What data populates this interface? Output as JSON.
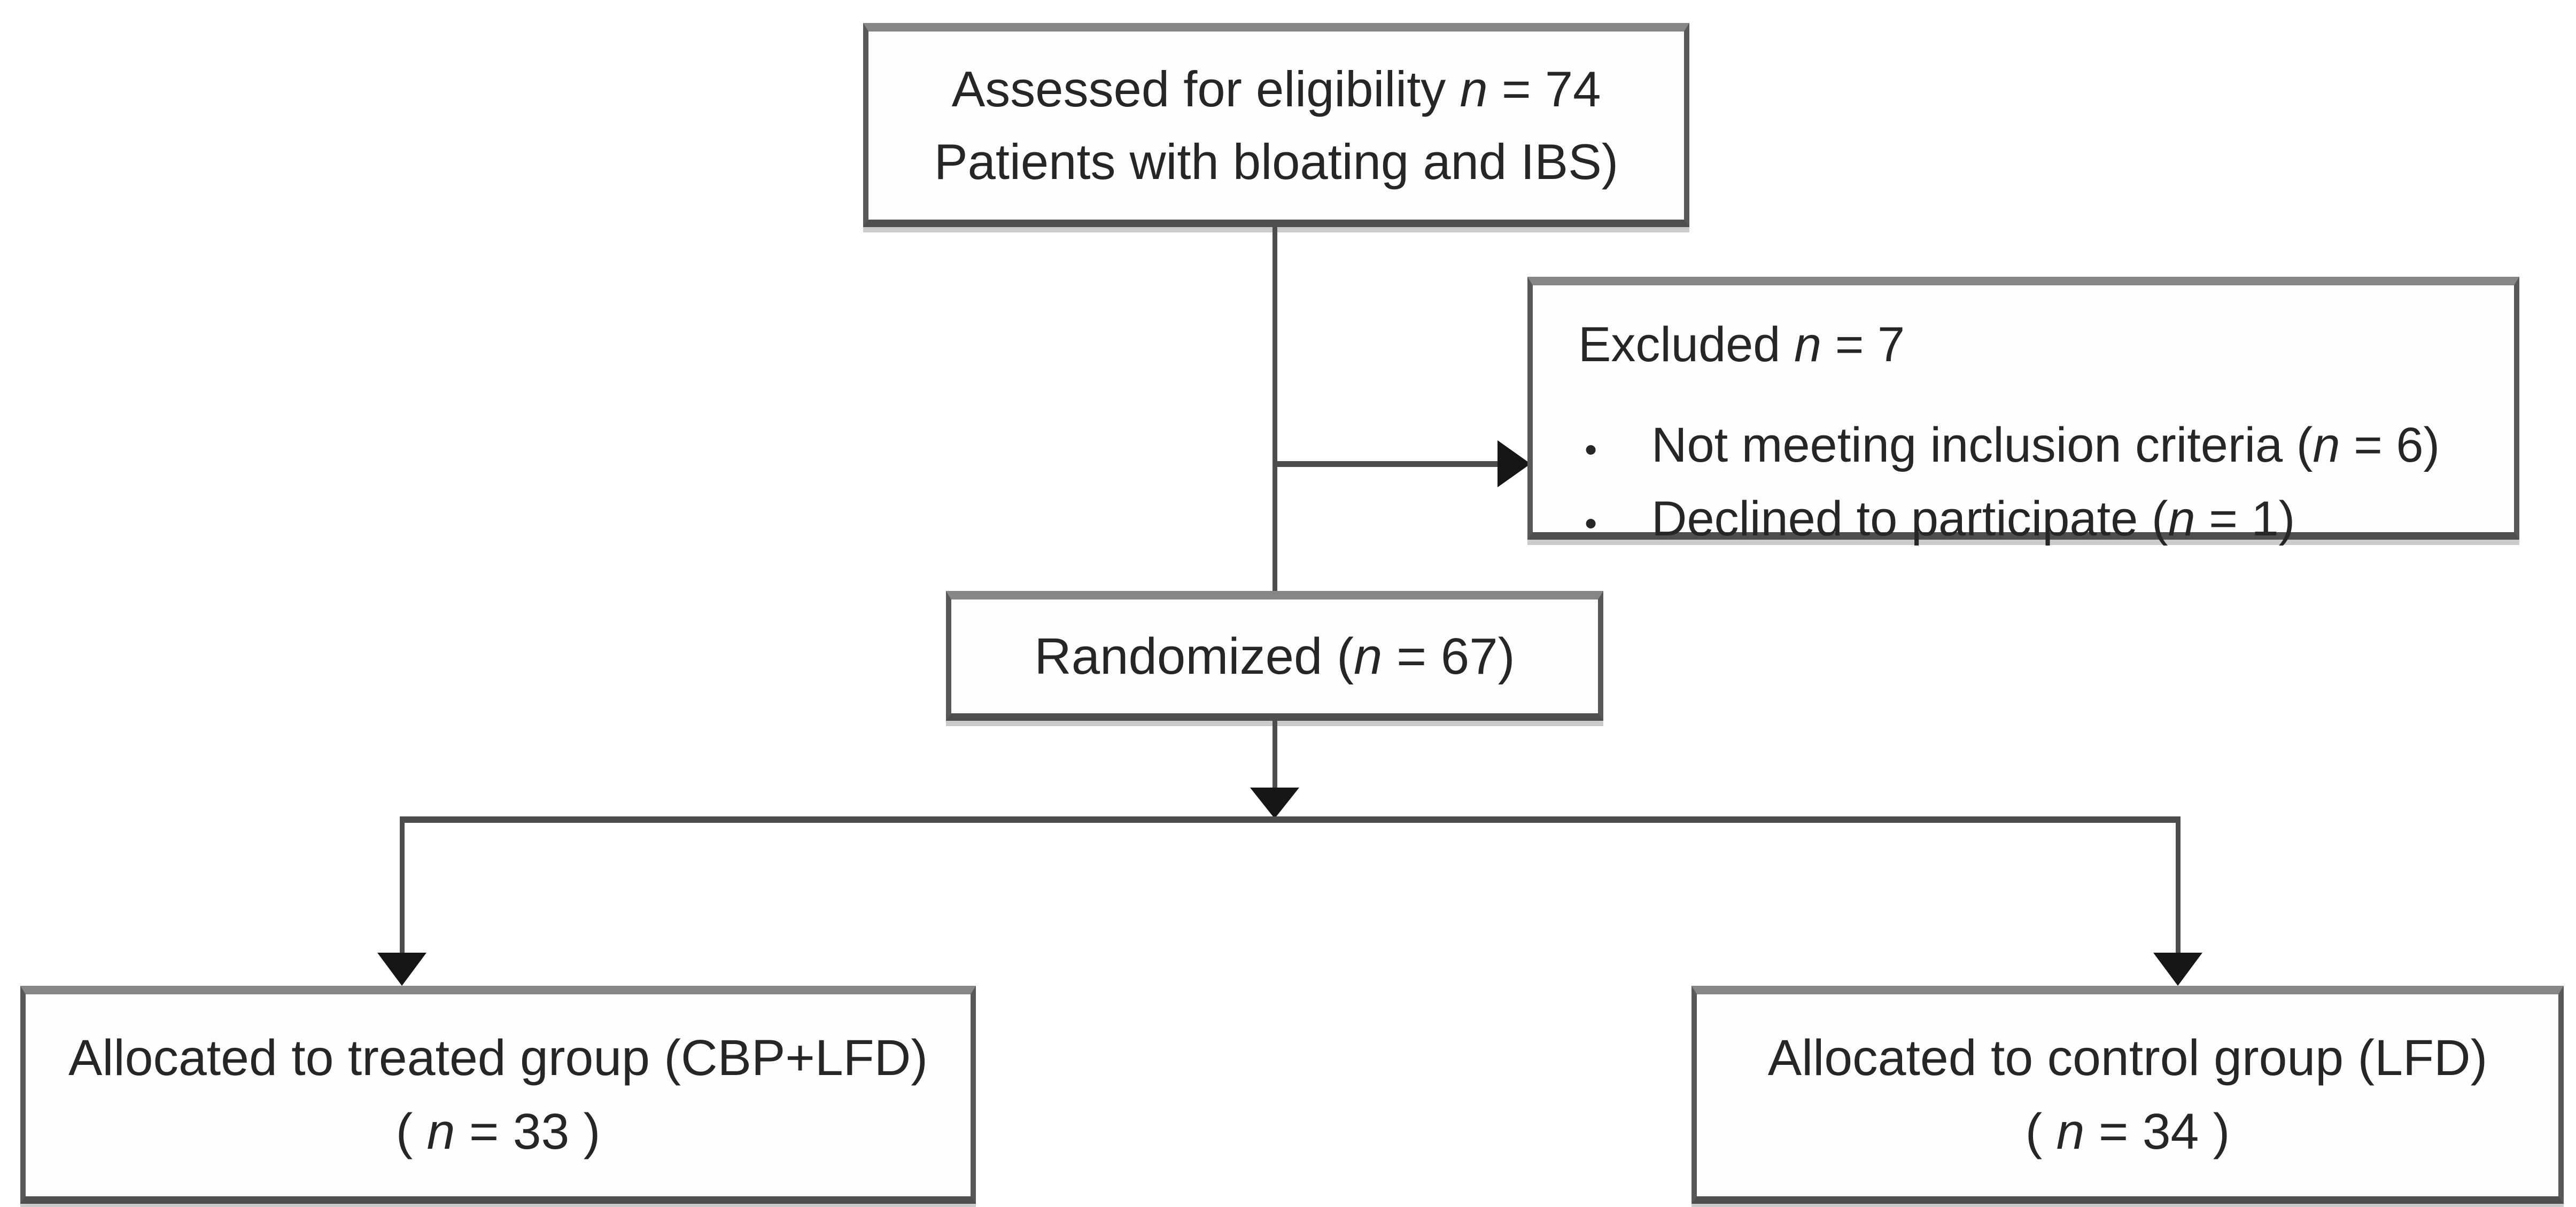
{
  "figure": {
    "type": "consort-flow-diagram",
    "colors": {
      "background": "#ffffff",
      "box_border": "#585858",
      "box_border_top": "#868686",
      "connector_line": "#4d4d4d",
      "arrowhead": "#161616",
      "text": "#262626"
    },
    "glyphs": {
      "bullet": "•"
    },
    "assessed": {
      "line1_pre": "Assessed for eligibility  ",
      "line1_n": "n",
      "line1_post": " = 74",
      "line2": "Patients with bloating and IBS)"
    },
    "excluded": {
      "title_pre": "Excluded  ",
      "title_n": "n",
      "title_post": " = 7",
      "items": [
        {
          "pre": "Not meeting inclusion criteria (",
          "n": "n",
          "post": " = 6)"
        },
        {
          "pre": "Declined to participate (",
          "n": "n",
          "post": " = 1)"
        }
      ]
    },
    "randomized": {
      "pre": "Randomized (",
      "n": "n",
      "post": " = 67)"
    },
    "treated": {
      "line1": "Allocated to treated group (CBP+LFD)",
      "line2_pre": "( ",
      "line2_n": "n",
      "line2_post": " = 33 )"
    },
    "control": {
      "line1": "Allocated to control group (LFD)",
      "line2_pre": "( ",
      "line2_n": "n",
      "line2_post": " = 34 )"
    }
  }
}
